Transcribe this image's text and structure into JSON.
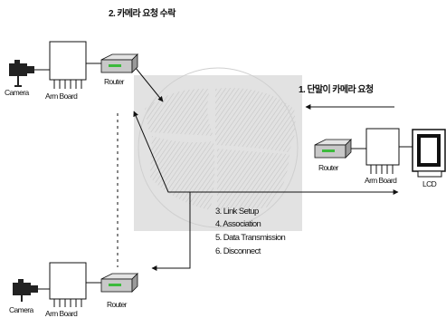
{
  "labels": {
    "step2": "2. 카메라 요청 수락",
    "step1": "1. 단말이 카메라 요청",
    "steps_list": [
      "3. Link Setup",
      "4. Association",
      "5. Data Transmission",
      "6. Disconnect"
    ],
    "camera": "Camera",
    "arm_board": "Arm Board",
    "router": "Router",
    "lcd": "LCD"
  },
  "colors": {
    "background": "#ffffff",
    "cloud": "#e2e2e2",
    "line": "#111111",
    "router_body": "#c8c8c8",
    "router_lights": "#3cba3c"
  },
  "icons": {
    "camera": "video-camera-icon",
    "arm_board": "circuit-board-icon",
    "router": "router-icon",
    "lcd": "monitor-icon"
  }
}
